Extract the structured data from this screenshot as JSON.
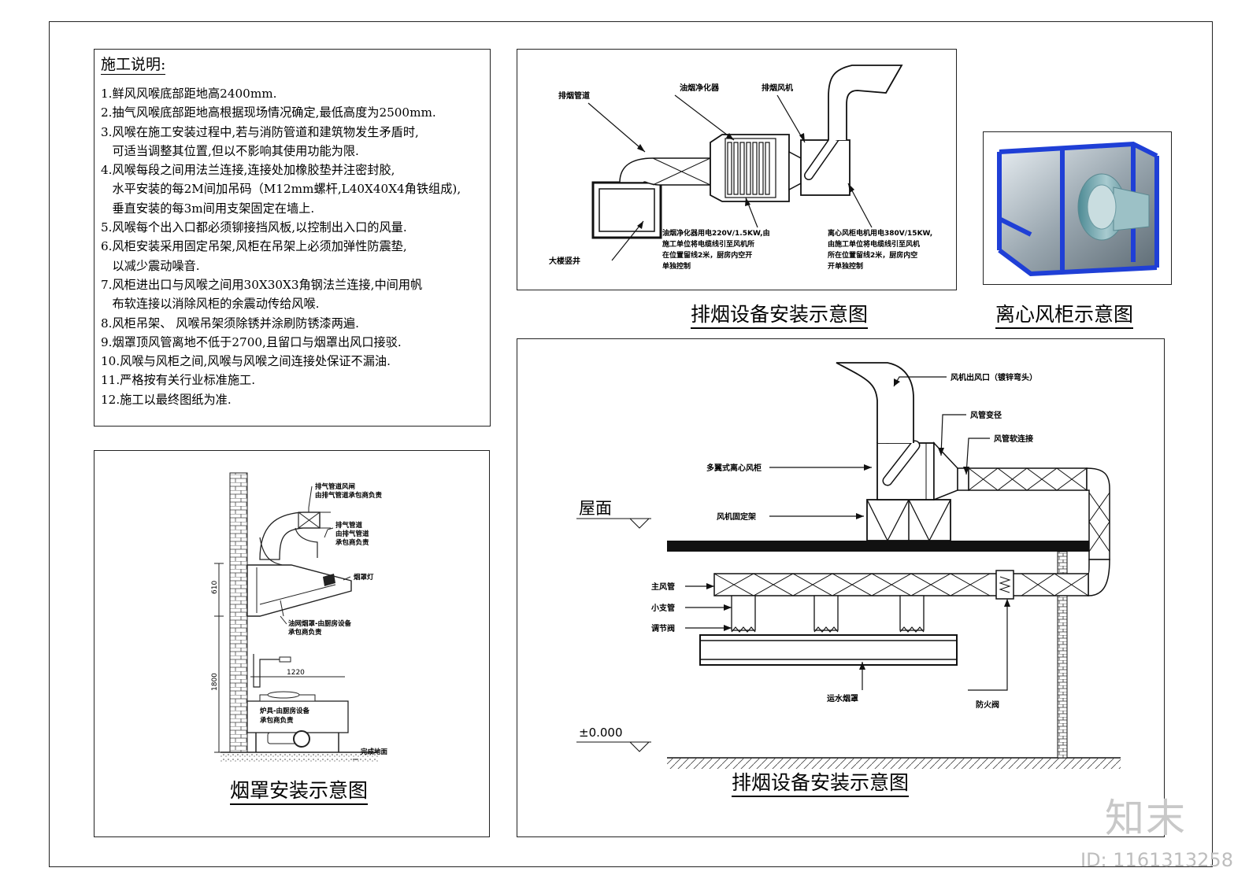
{
  "notes": {
    "title": "施工说明:",
    "items": [
      "1.鲜风风喉底部距地高2400mm.",
      "2.抽气风喉底部距地高根据现场情况确定,最低高度为2500mm.",
      "3.风喉在施工安装过程中,若与消防管道和建筑物发生矛盾时,",
      "   可适当调整其位置,但以不影响其使用功能为限.",
      "4.风喉每段之间用法兰连接,连接处加橡胶垫并注密封胶,",
      "   水平安装的每2M间加吊码（M12mm螺杆,L40X40X4角铁组成),",
      "   垂直安装的每3m间用支架固定在墙上.",
      "5.风喉每个出入口都必须铆接挡风板,以控制出入口的风量.",
      "6.风柜安装采用固定吊架,风柜在吊架上必须加弹性防震垫,",
      "   以减少震动噪音.",
      "7.风柜进出口与风喉之间用30X30X3角钢法兰连接,中间用帆",
      "   布软连接以消除风柜的余震动传给风喉.",
      "8.风柜吊架、 风喉吊架须除锈并涂刷防锈漆两遍.",
      "9.烟罩顶风管离地不低于2700,且留口与烟罩出风口接驳.",
      "10.风喉与风柜之间,风喉与风喉之间连接处保证不漏油.",
      "11.严格按有关行业标准施工.",
      "12.施工以最终图纸为准."
    ]
  },
  "captions": {
    "hood": "烟罩安装示意图",
    "top": "排烟设备安装示意图",
    "photo": "离心风柜示意图",
    "big": "排烟设备安装示意图"
  },
  "hood_labels": {
    "l1a": "排气管道风闸",
    "l1b": "由排气管道承包商负责",
    "l2a": "排气管道",
    "l2b": "由排气管道",
    "l2c": "承包商负责",
    "l3": "烟罩灯",
    "l4a": "油网烟罩-由厨房设备",
    "l4b": "承包商负责",
    "l5a": "炉具-由厨房设备",
    "l5b": "承包商负责",
    "l6": "完成地面",
    "dim610": "610",
    "dim1800": "1800",
    "dim1220": "1220"
  },
  "top_labels": {
    "duct": "排烟管道",
    "purifier": "油烟净化器",
    "fan": "排烟风机",
    "shaft": "大楼竖井",
    "p1": "油烟净化器用电220V/1.5KW,由",
    "p2": "施工单位将电缆线引至风机所",
    "p3": "在位置留线2米，厨房内空开",
    "p4": "单独控制",
    "f1": "离心风柜电机用电380V/15KW,",
    "f2": "由施工单位将电缆线引至风机",
    "f3": "所在位置留线2米，厨房内空",
    "f4": "开单独控制"
  },
  "big_labels": {
    "outlet": "风机出风口（镀锌弯头）",
    "reducer": "风管变径",
    "soft": "风管软连接",
    "fancab": "多翼式离心风柜",
    "roof": "屋面",
    "frame": "风机固定架",
    "main": "主风管",
    "branch": "小支管",
    "valve": "调节阀",
    "hood": "运水烟罩",
    "fire": "防火阀",
    "ground": "±0.000"
  },
  "watermark": {
    "brand": "知末",
    "id": "ID: 1161313258"
  }
}
